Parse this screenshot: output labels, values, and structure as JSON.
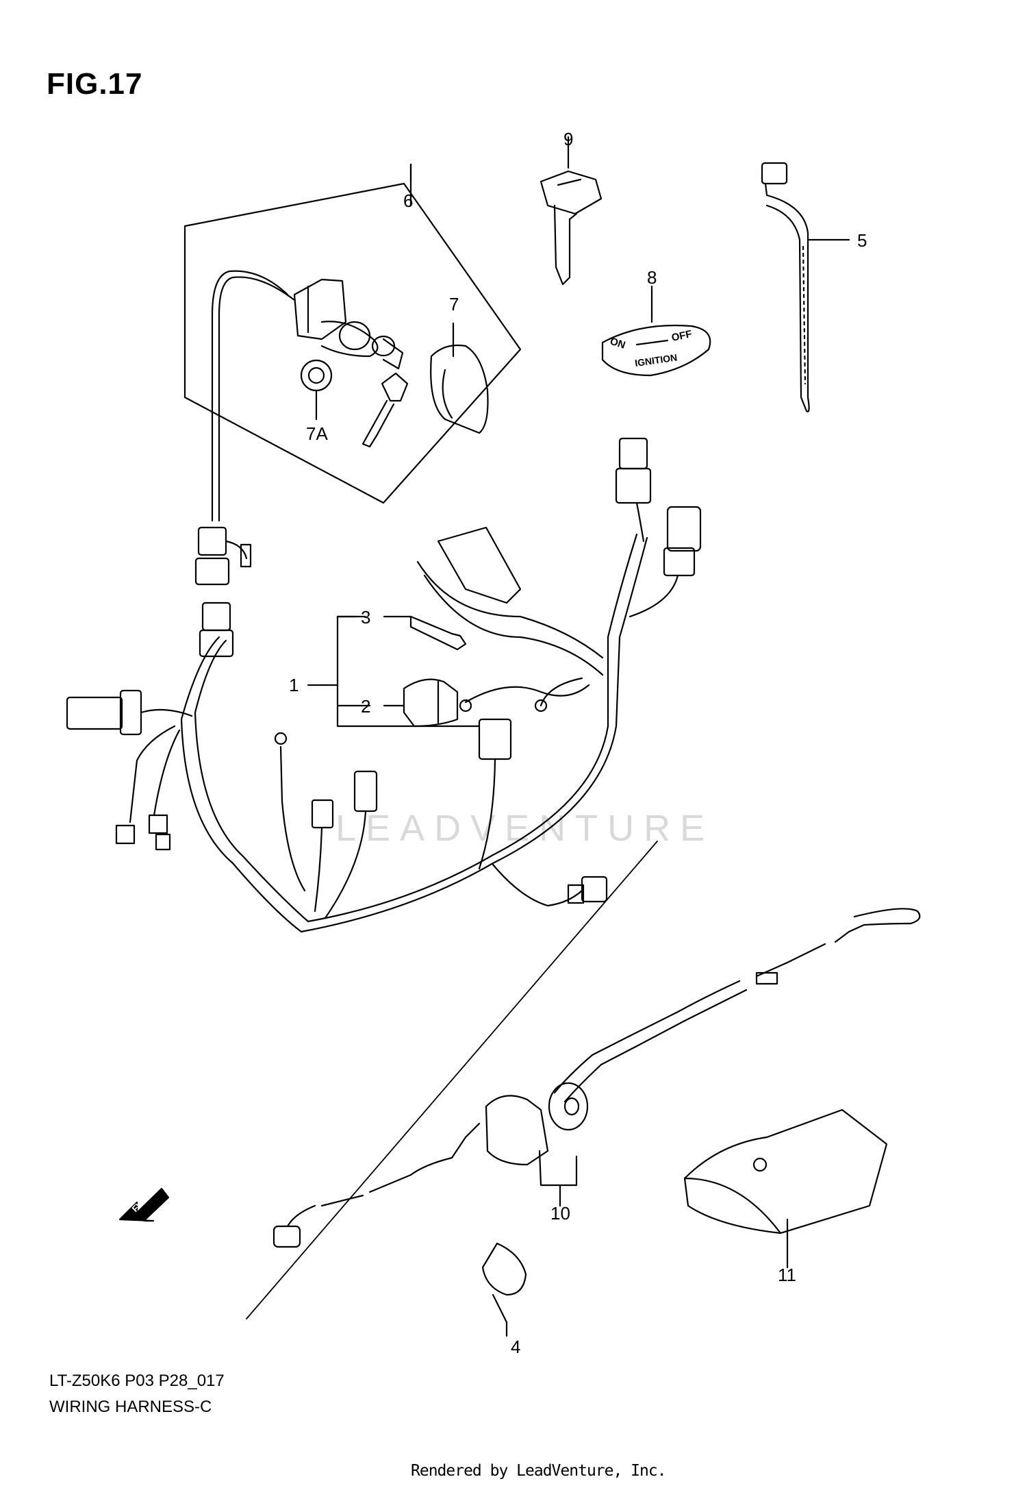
{
  "figure": {
    "title": "FIG.17",
    "code": "LT-Z50K6 P03 P28_017",
    "name": "WIRING HARNESS-C",
    "credit": "Rendered by LeadVenture, Inc.",
    "watermark": "LEADVENTURE"
  },
  "callouts": [
    {
      "id": "c1",
      "text": "1"
    },
    {
      "id": "c2",
      "text": "2"
    },
    {
      "id": "c3",
      "text": "3"
    },
    {
      "id": "c4",
      "text": "4"
    },
    {
      "id": "c5",
      "text": "5"
    },
    {
      "id": "c6",
      "text": "6"
    },
    {
      "id": "c7",
      "text": "7"
    },
    {
      "id": "c7a",
      "text": "7A"
    },
    {
      "id": "c8",
      "text": "8"
    },
    {
      "id": "c9",
      "text": "9"
    },
    {
      "id": "c10",
      "text": "10"
    },
    {
      "id": "c11",
      "text": "11"
    }
  ],
  "decal": {
    "on": "ON",
    "off": "OFF",
    "ignition": "IGNITION"
  },
  "arrow": {
    "text": "FWD"
  },
  "colors": {
    "line": "#000000",
    "background": "#ffffff",
    "watermark": "#d9d9d9"
  }
}
